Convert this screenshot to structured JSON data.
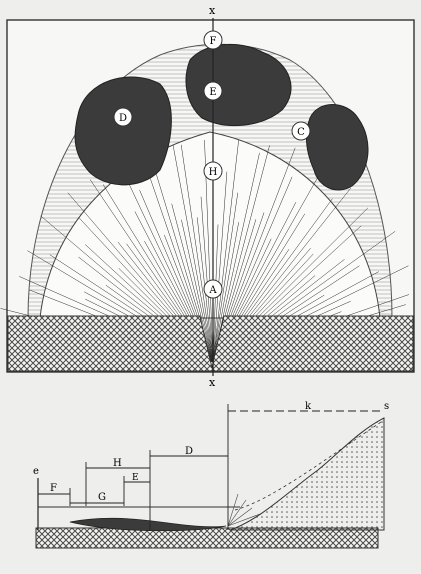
{
  "top_diagram": {
    "axis_top_label": "x",
    "axis_bottom_label": "x",
    "zones": [
      {
        "key": "F",
        "label": "F",
        "fill": "#ffffff"
      },
      {
        "key": "E",
        "label": "E",
        "fill": "#ffffff"
      },
      {
        "key": "D",
        "label": "D",
        "fill": "#ffffff"
      },
      {
        "key": "C",
        "label": "C",
        "fill": "#ffffff"
      },
      {
        "key": "H",
        "label": "H",
        "fill": "#ffffff"
      },
      {
        "key": "A",
        "label": "A",
        "fill": "#ffffff"
      }
    ],
    "colors": {
      "dark_masses": "#3b3b3b",
      "hatch": "#4a4a4a",
      "lines": "#2b2b2b"
    }
  },
  "bottom_diagram": {
    "dimension_labels": {
      "top_right": "k",
      "top_right_end": "s",
      "left_edge": "e",
      "d1": "F",
      "d2": "H",
      "d3": "D",
      "d4": "E",
      "d5": "G"
    }
  }
}
